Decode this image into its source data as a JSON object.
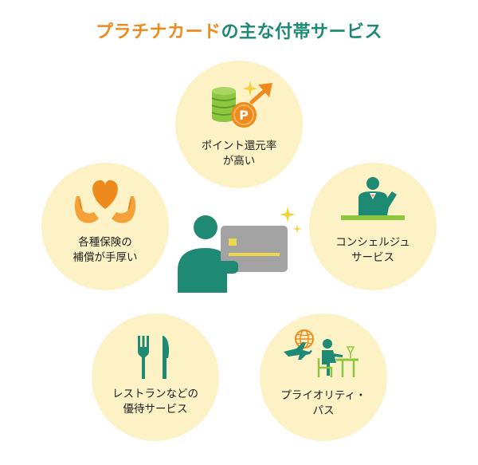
{
  "title": {
    "accent": "プラチナカード",
    "rest": "の主な付帯サービス"
  },
  "services": [
    {
      "id": "points",
      "line1": "ポイント還元率",
      "line2": "が高い",
      "icon": "coins-points-icon"
    },
    {
      "id": "insurance",
      "line1": "各種保険の",
      "line2": "補償が手厚い",
      "icon": "heart-hands-icon"
    },
    {
      "id": "concierge",
      "line1": "コンシェルジュ",
      "line2": "サービス",
      "icon": "concierge-icon"
    },
    {
      "id": "restaurant",
      "line1": "レストランなどの",
      "line2": "優待サービス",
      "icon": "fork-knife-icon"
    },
    {
      "id": "priority",
      "line1": "プライオリティ・",
      "line2": "パス",
      "icon": "airport-lounge-icon"
    }
  ],
  "coin_letter": "P",
  "colors": {
    "accent": "#ee8a1c",
    "teal": "#1e8a74",
    "circle_bg": "#fdf2c6",
    "card_gray": "#a3a3a3",
    "chip": "#f0d64a",
    "green_light": "#8dc63f",
    "sparkle": "#f2d23a"
  }
}
